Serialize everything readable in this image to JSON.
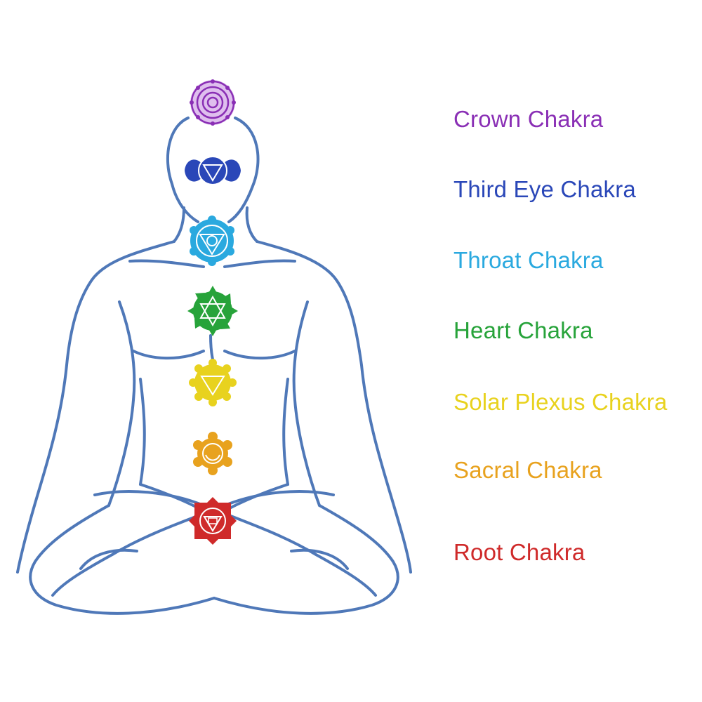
{
  "chakras": [
    {
      "label": "Crown Chakra",
      "color": "#8a2fb5",
      "icon": "crown-chakra-icon"
    },
    {
      "label": "Third Eye Chakra",
      "color": "#2a47b8",
      "icon": "third-eye-chakra-icon"
    },
    {
      "label": "Throat Chakra",
      "color": "#2aa9df",
      "icon": "throat-chakra-icon"
    },
    {
      "label": "Heart Chakra",
      "color": "#27a33a",
      "icon": "heart-chakra-icon"
    },
    {
      "label": "Solar Plexus Chakra",
      "color": "#e8d21e",
      "icon": "solar-plexus-chakra-icon"
    },
    {
      "label": "Sacral Chakra",
      "color": "#e8a21e",
      "icon": "sacral-chakra-icon"
    },
    {
      "label": "Root Chakra",
      "color": "#cf2a2a",
      "icon": "root-chakra-icon"
    }
  ],
  "figure": {
    "line_color": "#4f78b8",
    "icon": "meditating-figure-outline"
  }
}
